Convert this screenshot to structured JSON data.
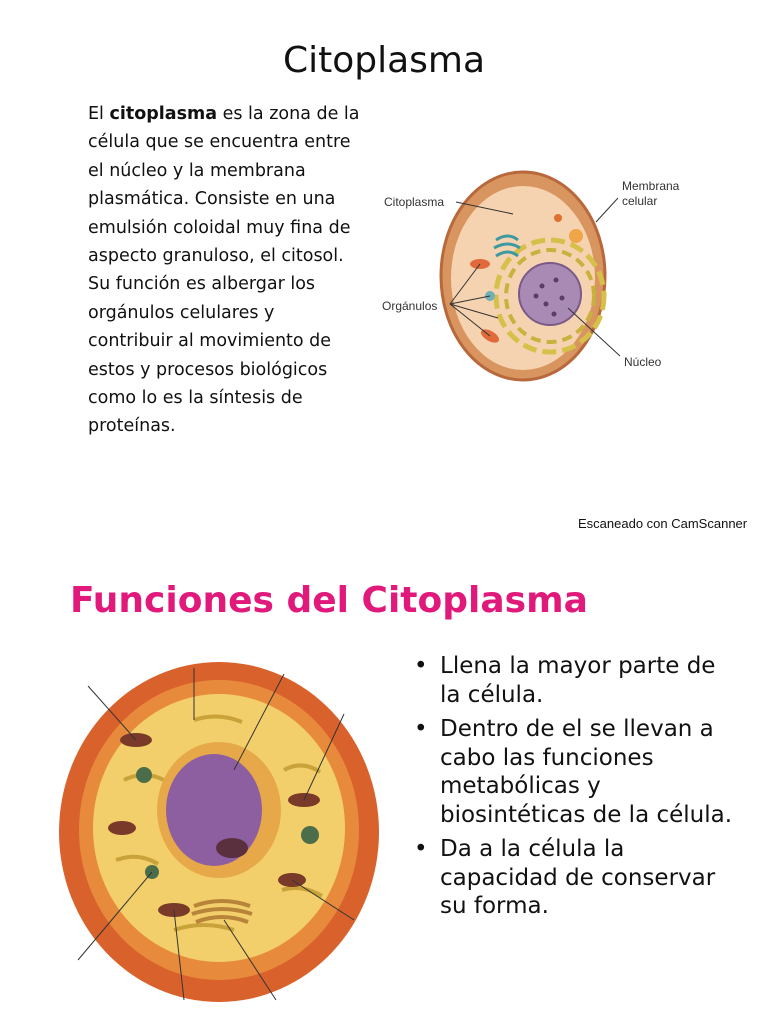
{
  "slide1": {
    "title": "Citoplasma",
    "intro": {
      "lead": "El ",
      "term": "citoplasma",
      "rest": " es la zona de la célula que se encuentra entre el núcleo y la membrana plasmática.  Consiste en una emulsión coloidal muy fina de aspecto granuloso, el citosol.",
      "para2": "Su función es albergar los orgánulos celulares y contribuir al movimiento de estos y procesos biológicos como lo es la síntesis de proteínas."
    },
    "diagram": {
      "label_citoplasma": "Citoplasma",
      "label_membrana_1": "Membrana",
      "label_membrana_2": "celular",
      "label_organulos": "Orgánulos",
      "label_nucleo": "Núcleo"
    }
  },
  "scan_watermark": "Escaneado con CamScanner",
  "slide2": {
    "title": "Funciones del Citoplasma",
    "bullets": [
      "Llena la mayor parte de la célula.",
      "Dentro de el se llevan a cabo las funciones metabólicas y biosintéticas de la célula.",
      "Da a la célula la capacidad de conservar su forma."
    ]
  },
  "colors": {
    "section_title": "#e0197b",
    "cell_membrane": "#c9763e",
    "cytoplasm": "#f4c9a2",
    "nucleus": "#8e6a9c"
  }
}
